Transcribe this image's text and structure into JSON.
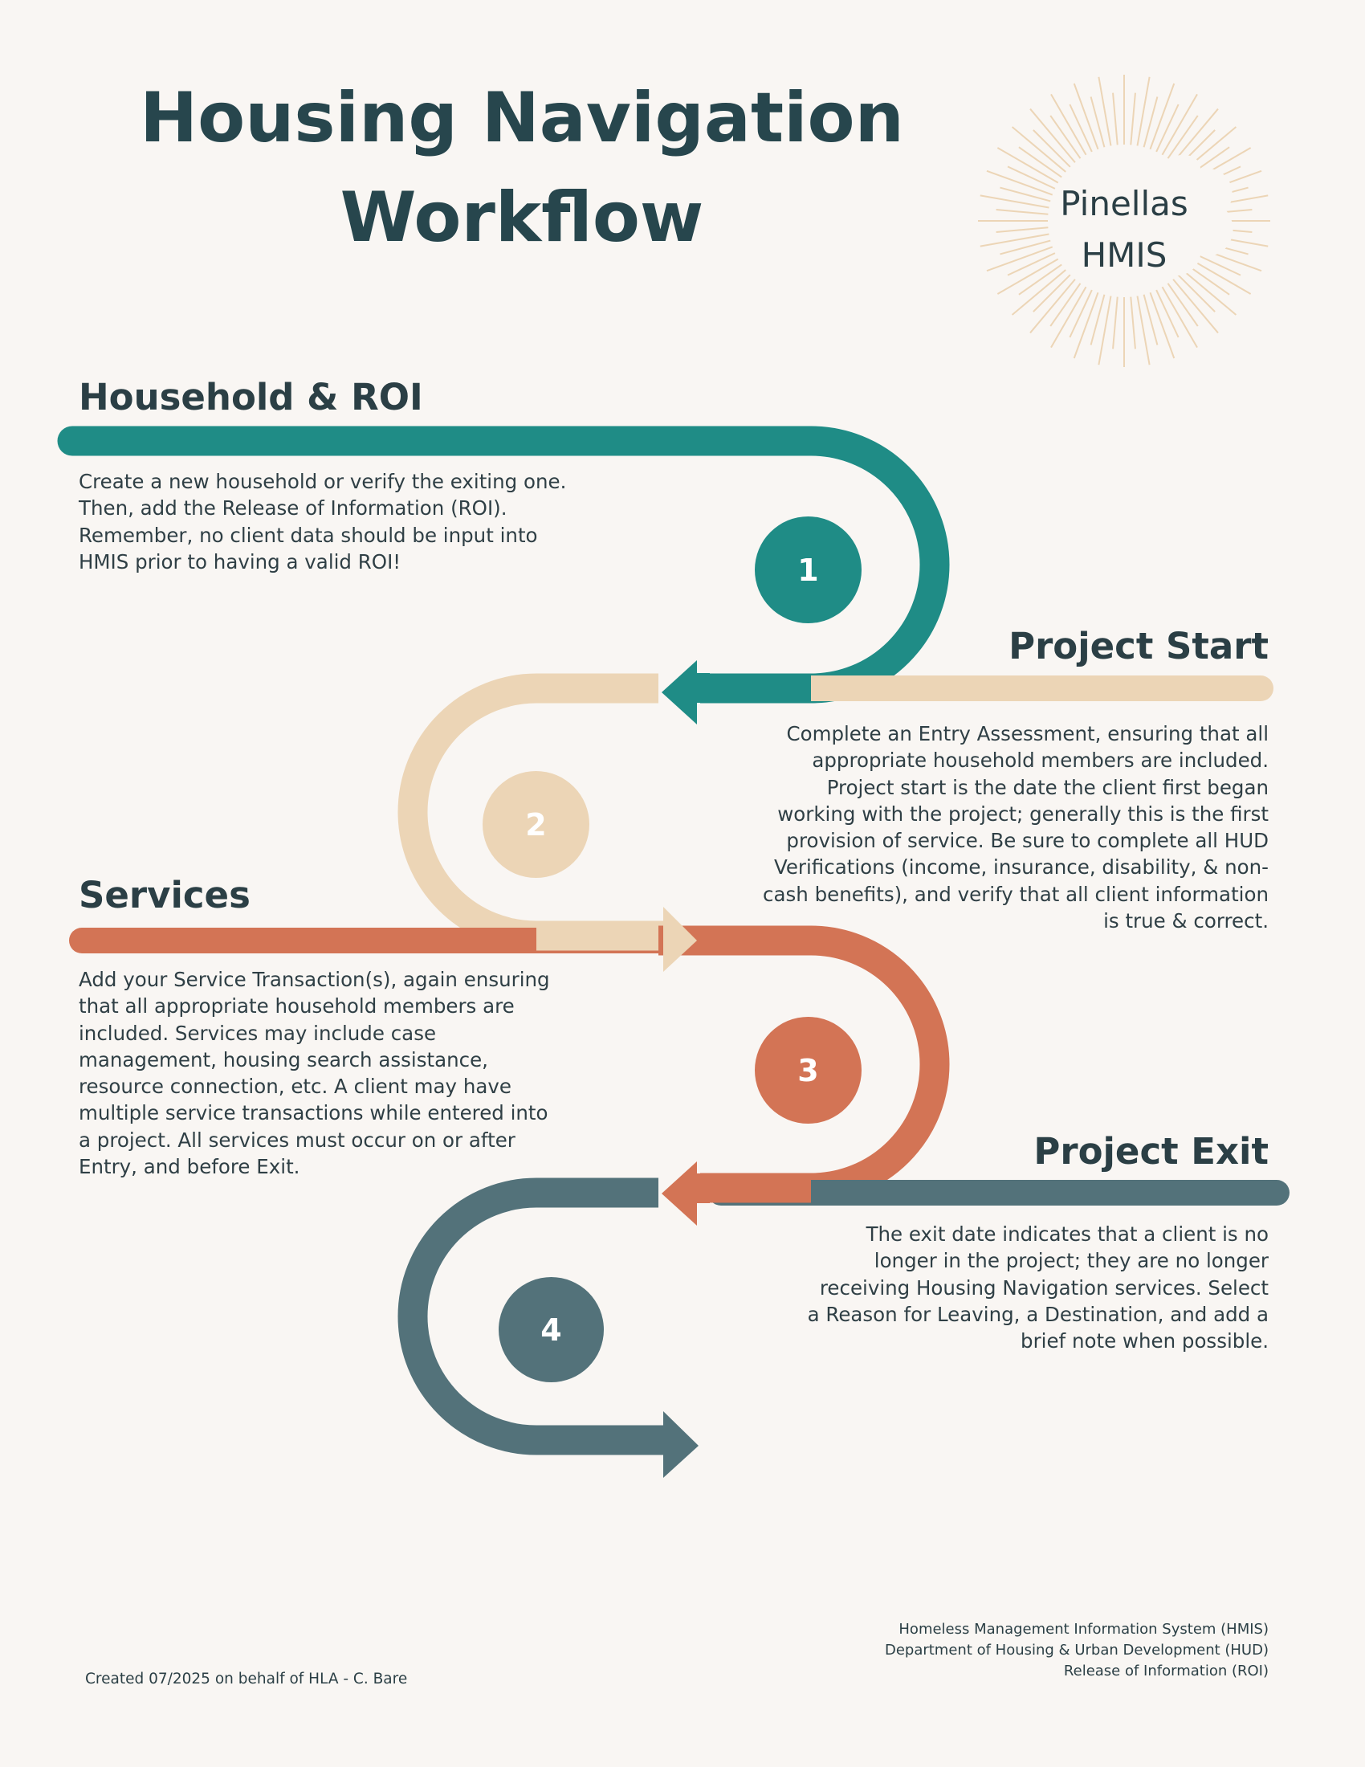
{
  "title_line1": "Housing Navigation",
  "title_line2": "Workflow",
  "logo": {
    "line1": "Pinellas",
    "line2": "HMIS",
    "ray_color": "#ecd5b6"
  },
  "colors": {
    "teal": "#1f8c86",
    "beige": "#ecd5b6",
    "coral": "#d37455",
    "slate": "#53727a",
    "text": "#2b3f45",
    "background": "#f9f6f3"
  },
  "steps": [
    {
      "number": "1",
      "title": "Household & ROI",
      "body": "Create a new household or verify the exiting one. Then, add the Release of Information (ROI). Remember, no client data should be input into HMIS prior to having a valid ROI!",
      "color": "#1f8c86"
    },
    {
      "number": "2",
      "title": "Project Start",
      "body": "Complete an Entry Assessment, ensuring that all appropriate household members are included. Project start is the date the client first began working with the project; generally this is the first provision of service. Be sure to complete all HUD Verifications (income, insurance, disability, & non-cash benefits), and verify that all client information is true & correct.",
      "color": "#ecd5b6"
    },
    {
      "number": "3",
      "title": "Services",
      "body": "Add your Service Transaction(s), again ensuring that all appropriate household members are included. Services may include case management, housing search assistance, resource connection, etc. A client may have multiple service transactions while entered into a project. All services must occur on or after Entry, and before Exit.",
      "color": "#d37455"
    },
    {
      "number": "4",
      "title": "Project Exit",
      "body": "The exit date indicates that a client is no longer in the project; they are no longer receiving Housing Navigation services. Select a Reason for Leaving, a Destination, and add a brief note when possible.",
      "color": "#53727a"
    }
  ],
  "footer": {
    "acronyms": [
      "Homeless Management Information System (HMIS)",
      "Department of Housing & Urban Development (HUD)",
      "Release of Information (ROI)"
    ],
    "credit": "Created 07/2025 on behalf of HLA - C. Bare"
  }
}
